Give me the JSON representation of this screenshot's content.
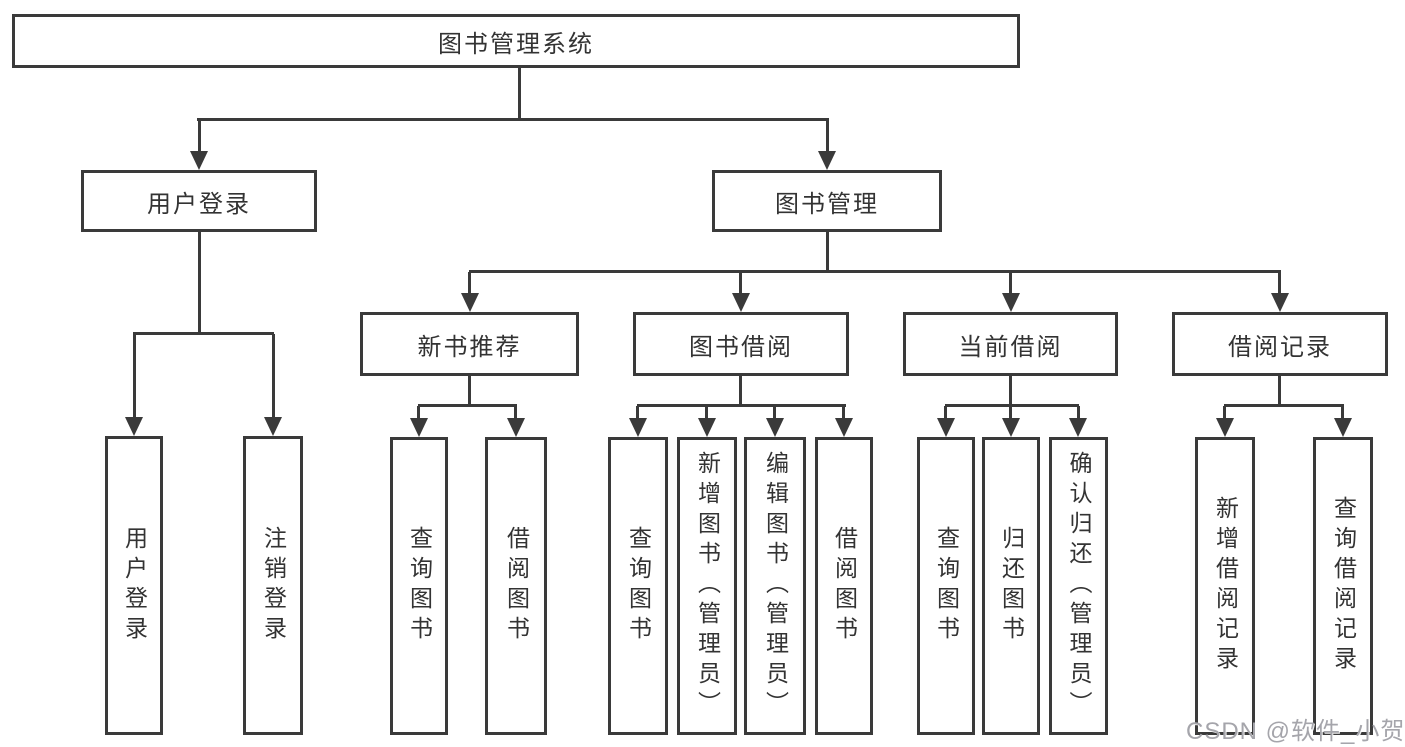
{
  "diagram": {
    "root": "图书管理系统",
    "branches": {
      "user_login": "用户登录",
      "book_mgmt": "图书管理",
      "new_books": "新书推荐",
      "book_borrow": "图书借阅",
      "current_borrow": "当前借阅",
      "borrow_records": "借阅记录"
    },
    "leaves": {
      "user_login": [
        "用户登录",
        "注销登录"
      ],
      "new_books": [
        "查询图书",
        "借阅图书"
      ],
      "book_borrow": [
        "查询图书",
        "新增图书（管理员）",
        "编辑图书（管理员）",
        "借阅图书"
      ],
      "current_borrow": [
        "查询图书",
        "归还图书",
        "确认归还（管理员）"
      ],
      "borrow_records": [
        "新增借阅记录",
        "查询借阅记录"
      ]
    },
    "colors": {
      "line": "#3a3a3a",
      "text": "#333333",
      "box_bg": "#ffffff",
      "watermark": "#a5a5ab"
    },
    "watermark": "CSDN @软件_小贺同学"
  }
}
